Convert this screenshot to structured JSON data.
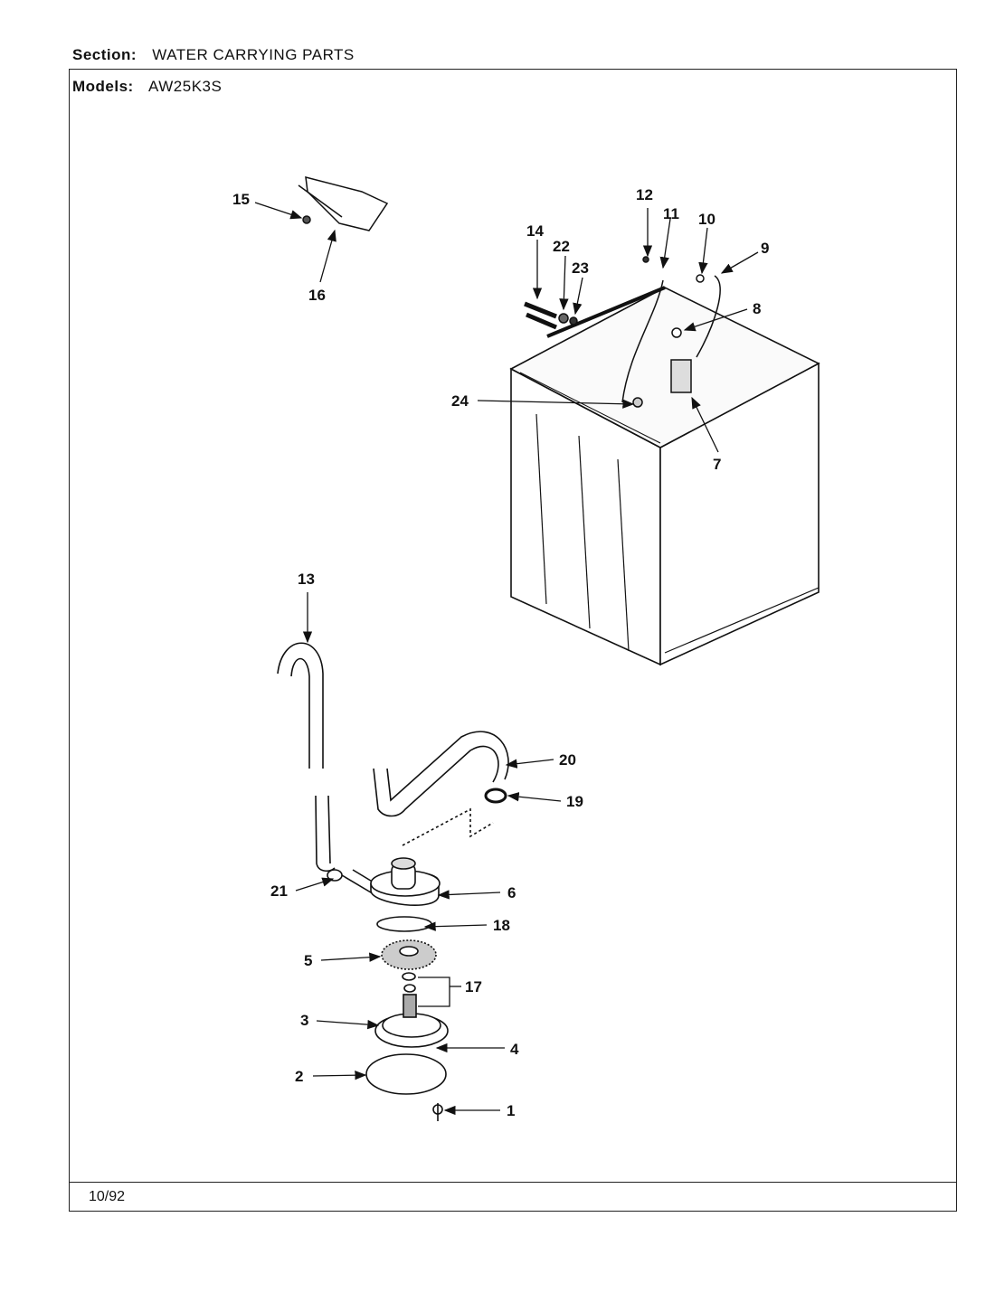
{
  "header": {
    "section_label": "Section:",
    "section_value": "WATER CARRYING PARTS",
    "models_label": "Models:",
    "models_value": "AW25K3S"
  },
  "footer": {
    "date": "10/92"
  },
  "callouts": [
    "1",
    "2",
    "3",
    "4",
    "5",
    "6",
    "7",
    "8",
    "9",
    "10",
    "11",
    "12",
    "13",
    "14",
    "15",
    "16",
    "17",
    "18",
    "19",
    "20",
    "21",
    "22",
    "23",
    "24"
  ],
  "colors": {
    "ink": "#111111",
    "paper": "#ffffff",
    "shade": "#bbbbbb"
  }
}
